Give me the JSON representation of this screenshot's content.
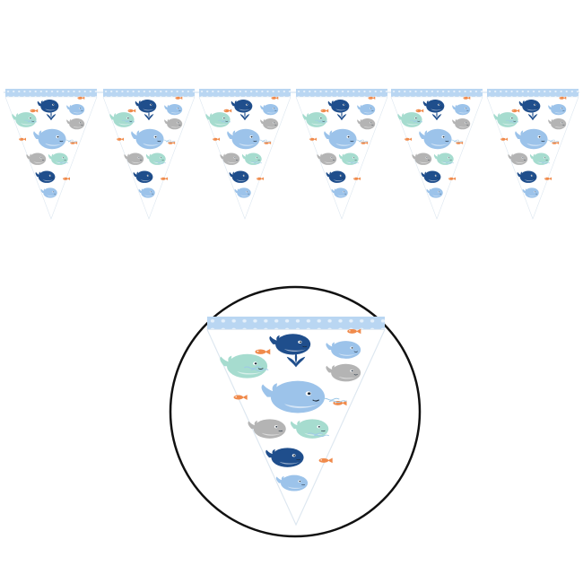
{
  "product": {
    "type": "pennant-banner",
    "flag_count": 6,
    "theme": "baby whales"
  },
  "colors": {
    "background": "#ffffff",
    "top_band": "#b9d6f2",
    "band_dots": "#e6f1fb",
    "flag_fill": "#ffffff",
    "whale_navy": "#1f4e8c",
    "whale_light_blue": "#9cc3ea",
    "whale_mint": "#a6dccf",
    "whale_gray": "#b4b4b4",
    "fish_orange": "#f08a4b",
    "water_lines": "#9ec9e8",
    "circle_outline": "#111111"
  },
  "icons": [
    "whale-icon",
    "fish-icon",
    "water-spout-icon"
  ]
}
